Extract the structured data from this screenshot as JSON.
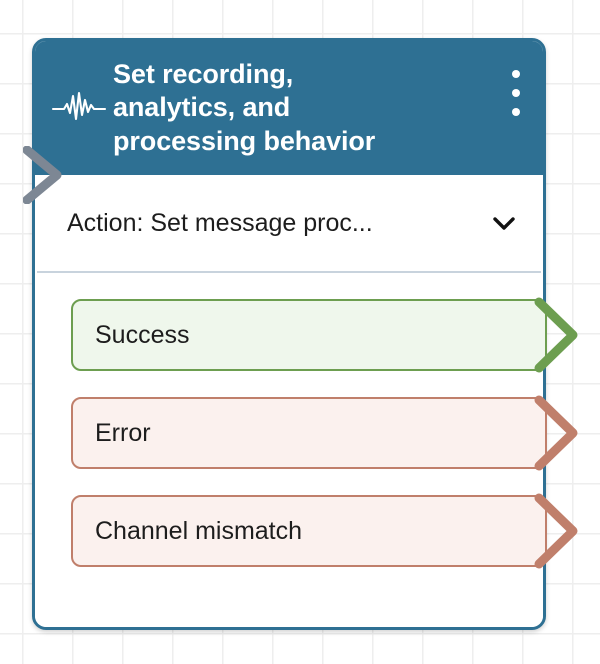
{
  "canvas": {
    "grid_color": "#eeeeee",
    "background_color": "#ffffff"
  },
  "node": {
    "accent_color": "#2e7093",
    "header": {
      "icon": "waveform-icon",
      "title": "Set recording,\nanalytics, and\nprocessing behavior",
      "menu_icon": "kebab-menu-icon",
      "menu_dots": 3
    },
    "action": {
      "label": "Action: Set message proc...",
      "chevron_icon": "chevron-down-icon"
    },
    "inbound_connector": {
      "icon": "chevron-right-icon",
      "color": "#7d8794"
    },
    "outputs": [
      {
        "label": "Success",
        "status": "success",
        "border_color": "#6d9e50",
        "fill_color": "#eff7ec",
        "connector_icon": "chevron-right-icon"
      },
      {
        "label": "Error",
        "status": "error",
        "border_color": "#c07f6b",
        "fill_color": "#fbf1ee",
        "connector_icon": "chevron-right-icon"
      },
      {
        "label": "Channel mismatch",
        "status": "error",
        "border_color": "#c07f6b",
        "fill_color": "#fbf1ee",
        "connector_icon": "chevron-right-icon"
      }
    ]
  }
}
